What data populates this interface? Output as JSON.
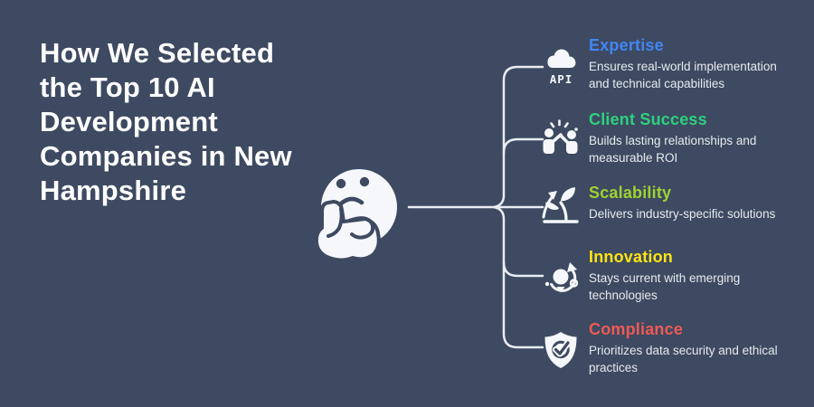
{
  "background_color": "#3d4a61",
  "connector_color": "#e9edf2",
  "title": {
    "text": "How We Selected the Top 10 AI Development Companies in New Hampshire",
    "lines": [
      "How We Selected",
      "the Top 10 AI",
      "Development",
      "Companies in New",
      "Hampshire"
    ],
    "color": "#ffffff"
  },
  "emoji": {
    "name": "thinking-face"
  },
  "criteria": [
    {
      "label": "Expertise",
      "color": "#4285f4",
      "icon": "cloud-api-icon",
      "icon_text": "API",
      "description": "Ensures real-world implementation and technical capabilities",
      "desc_lines": [
        "Ensures real-world implementation",
        "and technical capabilities"
      ]
    },
    {
      "label": "Client Success",
      "color": "#2ed17e",
      "icon": "team-success-icon",
      "description": "Builds lasting relationships and measurable ROI",
      "desc_lines": [
        "Builds lasting relationships and",
        "measurable ROI"
      ]
    },
    {
      "label": "Scalability",
      "color": "#9fd232",
      "icon": "growth-sprout-icon",
      "description": "Delivers industry-specific solutions",
      "desc_lines": [
        "Delivers industry-specific solutions"
      ]
    },
    {
      "label": "Innovation",
      "color": "#ffe414",
      "icon": "idea-refresh-icon",
      "description": "Stays current with emerging technologies",
      "desc_lines": [
        "Stays current with emerging",
        "technologies"
      ]
    },
    {
      "label": "Compliance",
      "color": "#ef5956",
      "icon": "shield-check-icon",
      "description": "Prioritizes data security and ethical practices",
      "desc_lines": [
        "Prioritizes data security and ethical",
        "practices"
      ]
    }
  ]
}
